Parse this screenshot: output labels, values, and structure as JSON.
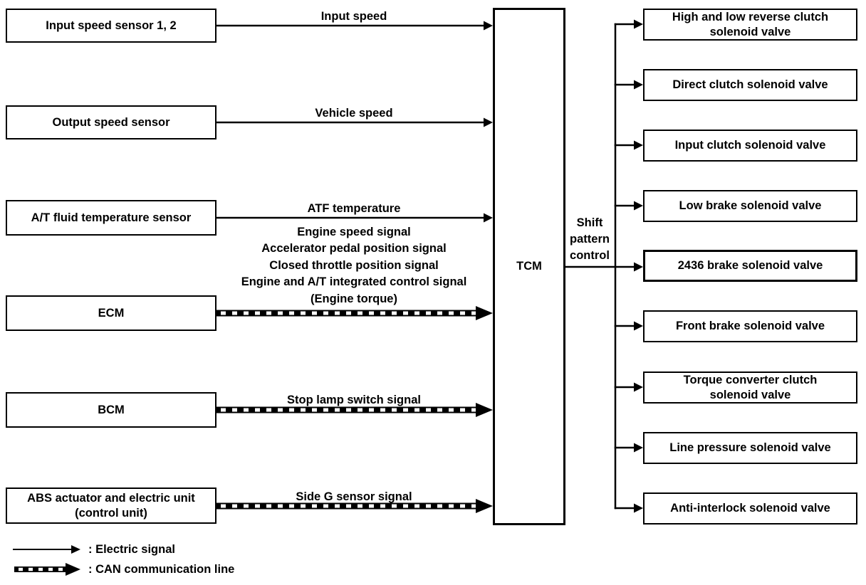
{
  "controller": {
    "label": "TCM",
    "output_label": "Shift\npattern\ncontrol"
  },
  "inputs": [
    {
      "label": "Input speed sensor 1, 2",
      "signal": "Input speed",
      "signal_type": "electric"
    },
    {
      "label": "Output speed sensor",
      "signal": "Vehicle speed",
      "signal_type": "electric"
    },
    {
      "label": "A/T fluid temperature sensor",
      "signal": "ATF temperature",
      "signal_type": "electric"
    },
    {
      "label": "ECM",
      "signal": "Engine speed signal\nAccelerator pedal position signal\nClosed throttle position signal\nEngine and A/T integrated control signal\n(Engine torque)",
      "signal_type": "can"
    },
    {
      "label": "BCM",
      "signal": "Stop lamp switch signal",
      "signal_type": "can"
    },
    {
      "label": "ABS actuator and electric unit\n(control unit)",
      "signal": "Side G sensor signal",
      "signal_type": "can"
    }
  ],
  "outputs": [
    {
      "label": "High and low reverse clutch\nsolenoid valve"
    },
    {
      "label": "Direct clutch solenoid valve"
    },
    {
      "label": "Input clutch solenoid valve"
    },
    {
      "label": "Low brake solenoid valve"
    },
    {
      "label": "2436 brake solenoid valve"
    },
    {
      "label": "Front brake solenoid valve"
    },
    {
      "label": "Torque converter clutch\nsolenoid valve"
    },
    {
      "label": "Line pressure solenoid valve"
    },
    {
      "label": "Anti-interlock solenoid valve"
    }
  ],
  "legend": {
    "electric": ": Electric signal",
    "can": ": CAN communication line"
  },
  "colors": {
    "line": "#000000",
    "background": "#ffffff"
  }
}
